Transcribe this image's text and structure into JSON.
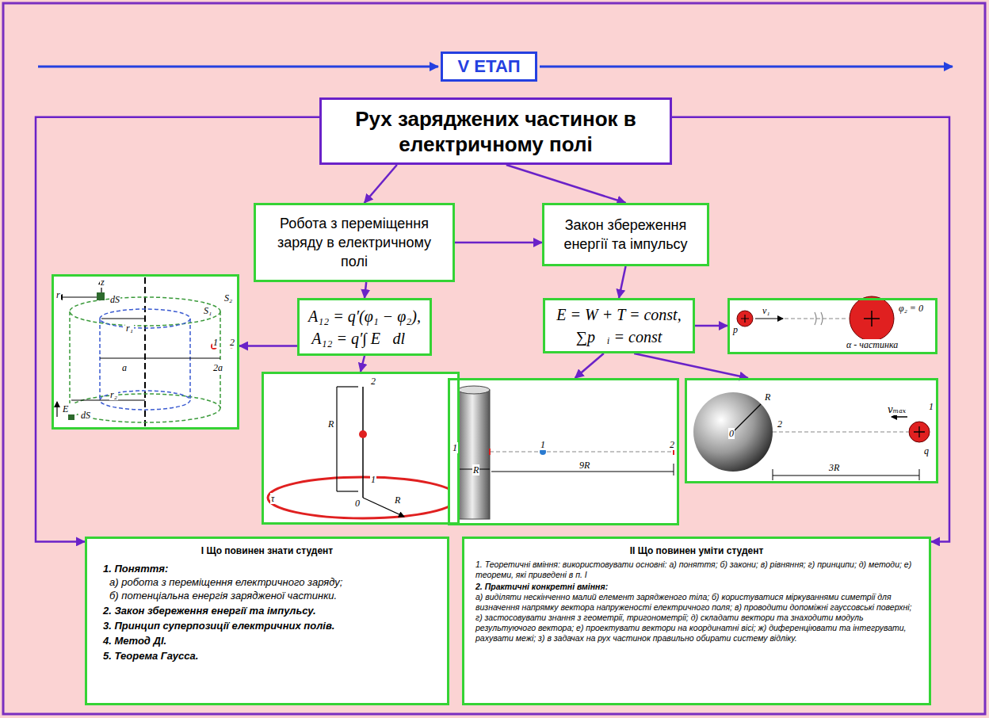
{
  "diagram": {
    "nodes": [
      {
        "text": [
          "V ЕТАП"
        ]
      },
      {
        "text": [
          "Рух заряджених частинок в електричному полі"
        ]
      },
      {
        "text": [
          "Робота з переміщення заряду в електричному полі"
        ]
      },
      {
        "text": [
          "Закон збереження енергії та імпульсу"
        ]
      },
      {
        "text": [
          "A₁₂ = q′(φ₁ − φ₂),",
          "A₁₂ = q′∫ E⃗dl⃗"
        ]
      },
      {
        "text": [
          "E = W + T = const,",
          "∑p⃗ᵢ = const"
        ]
      },
      {
        "text": [
          "z",
          "r",
          "dS",
          "r₁",
          "S₁",
          "S₂",
          "1",
          "2",
          "a",
          "2a",
          "r₂",
          "E⃗",
          "dS"
        ]
      },
      {
        "text": [
          "2",
          "R",
          "1",
          "0",
          "R",
          "τ"
        ]
      },
      {
        "text": [
          "p",
          "v₁",
          "φ₂ = 0",
          "α - частинка"
        ]
      },
      {
        "text": [
          "1",
          "1",
          "2",
          "R",
          "9R"
        ]
      },
      {
        "text": [
          "R",
          "0",
          "2",
          "1",
          "q",
          "vₘₐₓ",
          "3R"
        ]
      },
      {
        "text": [
          "I Що повинен знати студент",
          "1. Поняття:",
          "а) робота з переміщення електричного заряду;",
          "б) потенціальна енергія зарядженої частинки.",
          "2. Закон збереження енергії та імпульсу.",
          "3. Принцип суперпозиції електричних полів.",
          "4. Метод ДІ.",
          "5. Теорема Гаусса."
        ]
      },
      {
        "text": [
          "II Що повинен уміти студент",
          "1. Теоретичні вміння: використовувати основні: а) поняття; б) закони; в) рівняння; г) принципи; д) методи; е) теореми, які приведені в п. I",
          "2. Практичні конкретні вміння:",
          "а) виділяти нескінченно малий елемент зарядженого тіла; б) користуватися міркуваннями симетрії для визначення напрямку вектора напруженості електричного поля; в) проводити допоміжні гауссовські поверхні; г) застосовувати знання з геометрії, тригонометрії; д) складати вектори та знаходити модуль результуючого вектора; е) проектувати вектори на координатні вісі; ж) диференціювати та інтегрувати, рахувати межі; з) в задачах на рух частинок правильно обирати систему відліку."
        ]
      }
    ],
    "edges": [
      {
        "from": 1,
        "to": 2,
        "arrow": "to"
      },
      {
        "from": 1,
        "to": 3,
        "arrow": "to"
      },
      {
        "from": 2,
        "to": 3,
        "arrow": "to"
      },
      {
        "from": 2,
        "to": 4,
        "arrow": "to"
      },
      {
        "from": 3,
        "to": 5,
        "arrow": "to"
      },
      {
        "from": 4,
        "to": 6,
        "arrow": "to"
      },
      {
        "from": 4,
        "to": 7,
        "arrow": "to"
      },
      {
        "from": 5,
        "to": 8,
        "arrow": "to"
      },
      {
        "from": 5,
        "to": 9,
        "arrow": "to"
      },
      {
        "from": 5,
        "to": 10,
        "arrow": "to"
      },
      {
        "from": 1,
        "to": 11,
        "arrow": "to"
      },
      {
        "from": 1,
        "to": 12,
        "arrow": "to"
      }
    ]
  }
}
